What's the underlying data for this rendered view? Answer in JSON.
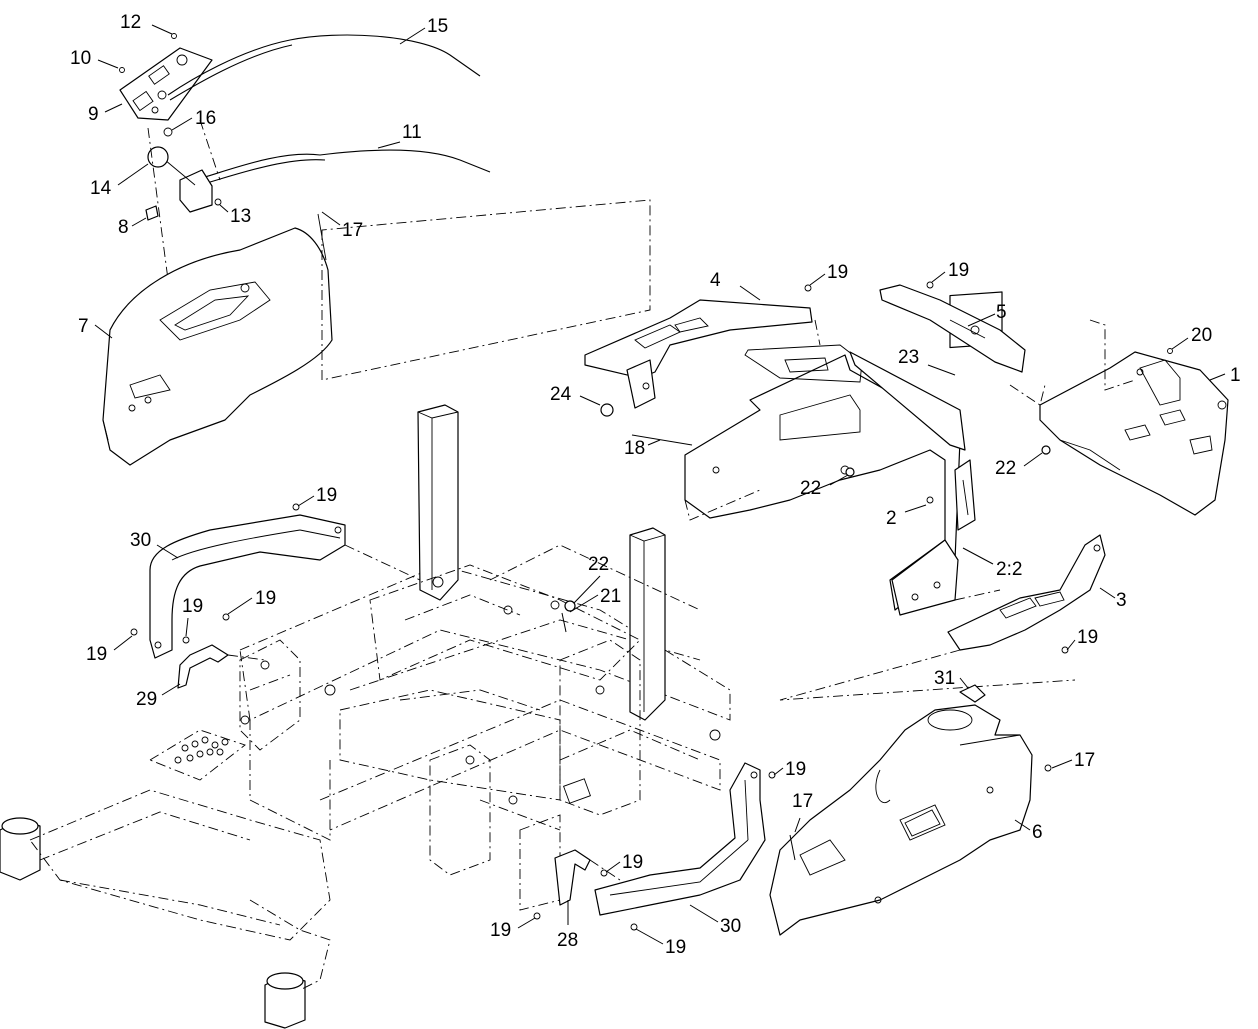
{
  "callouts": [
    {
      "id": "c1",
      "label": "1"
    },
    {
      "id": "c2",
      "label": "2"
    },
    {
      "id": "c2b",
      "label": "2:2"
    },
    {
      "id": "c3",
      "label": "3"
    },
    {
      "id": "c4",
      "label": "4"
    },
    {
      "id": "c5",
      "label": "5"
    },
    {
      "id": "c6",
      "label": "6"
    },
    {
      "id": "c7",
      "label": "7"
    },
    {
      "id": "c8",
      "label": "8"
    },
    {
      "id": "c9",
      "label": "9"
    },
    {
      "id": "c10",
      "label": "10"
    },
    {
      "id": "c11",
      "label": "11"
    },
    {
      "id": "c12",
      "label": "12"
    },
    {
      "id": "c13",
      "label": "13"
    },
    {
      "id": "c14",
      "label": "14"
    },
    {
      "id": "c15",
      "label": "15"
    },
    {
      "id": "c16",
      "label": "16"
    },
    {
      "id": "c17a",
      "label": "17"
    },
    {
      "id": "c17b",
      "label": "17"
    },
    {
      "id": "c17c",
      "label": "17"
    },
    {
      "id": "c18",
      "label": "18"
    },
    {
      "id": "c19a",
      "label": "19"
    },
    {
      "id": "c19b",
      "label": "19"
    },
    {
      "id": "c19c",
      "label": "19"
    },
    {
      "id": "c19d",
      "label": "19"
    },
    {
      "id": "c19e",
      "label": "19"
    },
    {
      "id": "c19f",
      "label": "19"
    },
    {
      "id": "c19g",
      "label": "19"
    },
    {
      "id": "c19h",
      "label": "19"
    },
    {
      "id": "c19i",
      "label": "19"
    },
    {
      "id": "c19j",
      "label": "19"
    },
    {
      "id": "c19k",
      "label": "19"
    },
    {
      "id": "c19l",
      "label": "19"
    },
    {
      "id": "c20",
      "label": "20"
    },
    {
      "id": "c21",
      "label": "21"
    },
    {
      "id": "c22a",
      "label": "22"
    },
    {
      "id": "c22b",
      "label": "22"
    },
    {
      "id": "c22c",
      "label": "22"
    },
    {
      "id": "c23",
      "label": "23"
    },
    {
      "id": "c24",
      "label": "24"
    },
    {
      "id": "c28",
      "label": "28"
    },
    {
      "id": "c29",
      "label": "29"
    },
    {
      "id": "c30a",
      "label": "30"
    },
    {
      "id": "c30b",
      "label": "30"
    },
    {
      "id": "c31",
      "label": "31"
    }
  ]
}
